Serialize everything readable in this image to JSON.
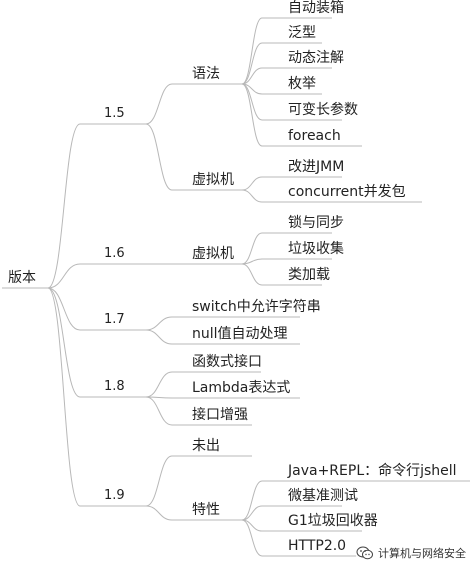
{
  "root": "版本",
  "versions": [
    {
      "label": "1.5",
      "children": [
        {
          "label": "语法",
          "children": [
            "自动装箱",
            "泛型",
            "动态注解",
            "枚举",
            "可变长参数",
            "foreach"
          ]
        },
        {
          "label": "虚拟机",
          "children": [
            "改进JMM",
            "concurrent并发包"
          ]
        }
      ]
    },
    {
      "label": "1.6",
      "children": [
        {
          "label": "虚拟机",
          "children": [
            "锁与同步",
            "垃圾收集",
            "类加载"
          ]
        }
      ]
    },
    {
      "label": "1.7",
      "children": [
        {
          "label": "switch中允许字符串",
          "children": []
        },
        {
          "label": "null值自动处理",
          "children": []
        }
      ]
    },
    {
      "label": "1.8",
      "children": [
        {
          "label": "函数式接口",
          "children": []
        },
        {
          "label": "Lambda表达式",
          "children": []
        },
        {
          "label": "接口增强",
          "children": []
        }
      ]
    },
    {
      "label": "1.9",
      "children": [
        {
          "label": "未出",
          "children": []
        },
        {
          "label": "特性",
          "children": [
            "Java+REPL：命令行jshell",
            "微基准测试",
            "G1垃圾回收器",
            "HTTP2.0"
          ]
        }
      ]
    }
  ],
  "watermark": {
    "text": "计算机与网络安全",
    "icon": "wechat-logo-icon"
  },
  "colors": {
    "line": "#b8b8b8",
    "text": "#222222",
    "background": "#ffffff"
  }
}
